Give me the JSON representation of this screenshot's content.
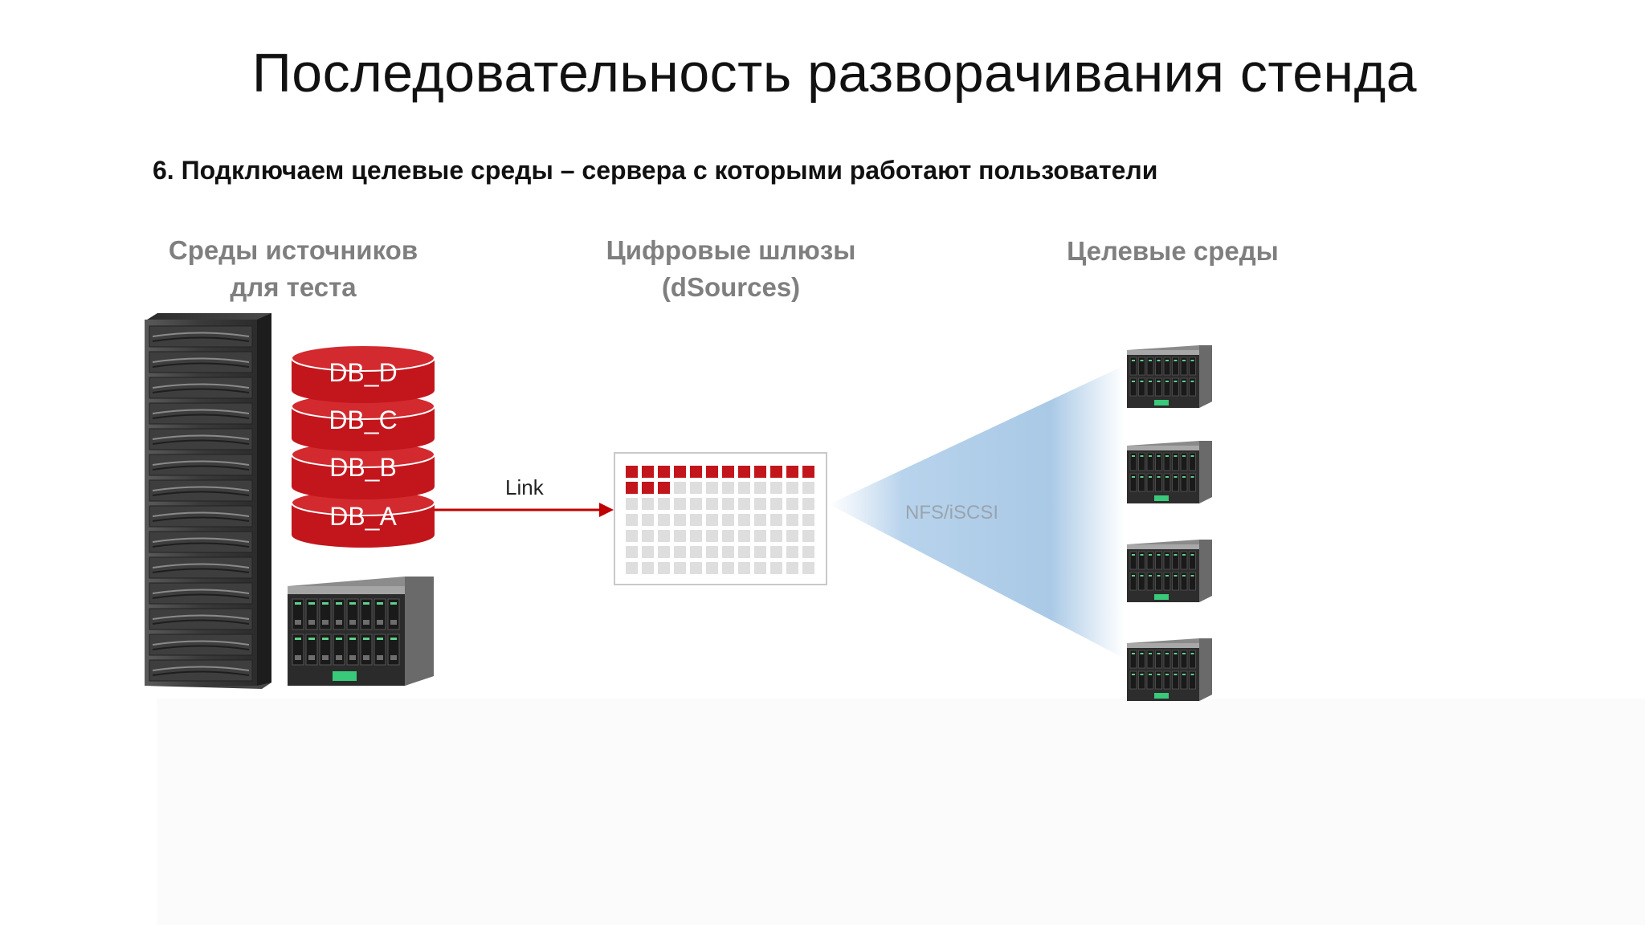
{
  "slide": {
    "title": "Последовательность разворачивания стенда",
    "subtitle": "6. Подключаем целевые среды – сервера с которыми работают пользователи"
  },
  "columns": {
    "sources": {
      "line1": "Среды источников",
      "line2": "для теста"
    },
    "gateways": {
      "line1": "Цифровые шлюзы",
      "line2": "(dSources)"
    },
    "targets": {
      "line1": "Целевые среды"
    }
  },
  "databases": [
    "DB_D",
    "DB_C",
    "DB_B",
    "DB_A"
  ],
  "link_label": "Link",
  "protocol_label": "NFS/iSCSI",
  "dsource_grid": {
    "columns": 12,
    "rows": 7,
    "filled_cells": 15
  },
  "target_server_count": 4,
  "colors": {
    "db_red": "#c3161c",
    "arrow_red": "#c00000",
    "header_gray": "#7f7f7f",
    "beam_blue": "#a9c9e6"
  }
}
